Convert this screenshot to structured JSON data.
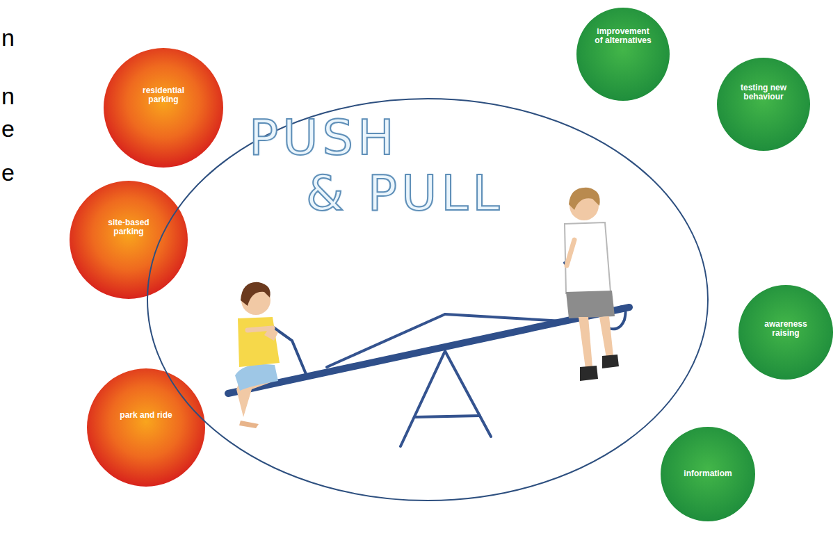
{
  "diagram": {
    "nodes": [
      {
        "text": [
          "residential parking"
        ]
      },
      {
        "text": [
          "site-based parking"
        ]
      },
      {
        "text": [
          "park and ride"
        ]
      },
      {
        "text": [
          "PUSH",
          "& PULL"
        ]
      },
      {
        "text": [
          "improvement of alternatives"
        ]
      },
      {
        "text": [
          "testing new behaviour"
        ]
      },
      {
        "text": [
          "awareness raising"
        ]
      },
      {
        "text": [
          "informatiom"
        ]
      }
    ],
    "labels": [
      "n",
      "n",
      "e",
      "e"
    ]
  }
}
